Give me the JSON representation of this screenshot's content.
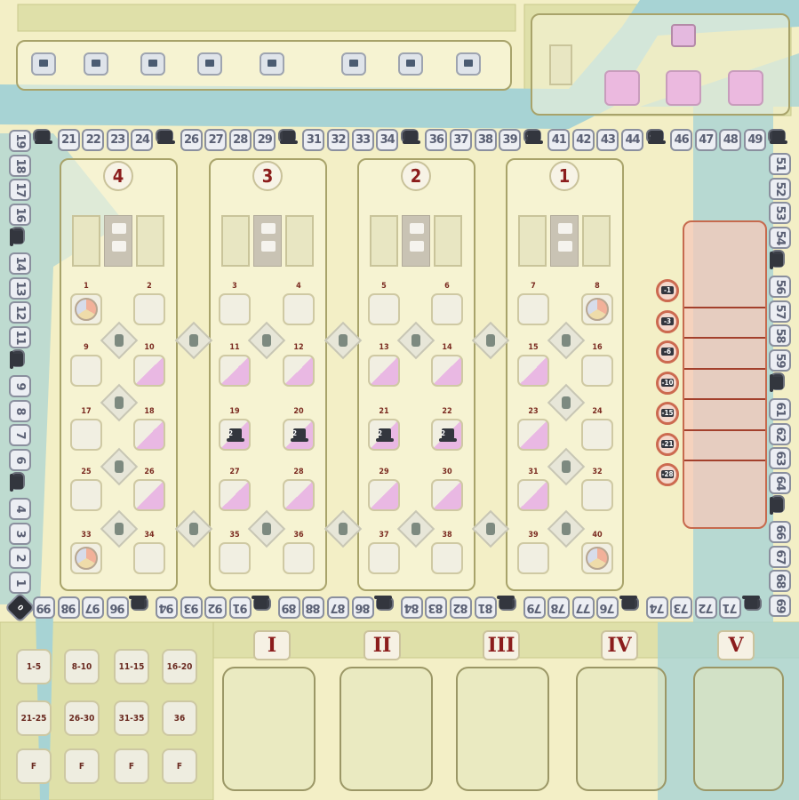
{
  "track": {
    "first": 0,
    "last": 99,
    "hat_every": 5
  },
  "top_tiles": {
    "count": 8
  },
  "top_right": {
    "pink_slots": 3,
    "building_icon": "mansion-icon"
  },
  "districts": [
    {
      "label": "4"
    },
    {
      "label": "3"
    },
    {
      "label": "2"
    },
    {
      "label": "1"
    }
  ],
  "lots": {
    "cells": [
      {
        "num": "1",
        "type": "compass"
      },
      {
        "num": "2",
        "type": "blank"
      },
      {
        "num": "3",
        "type": "blank"
      },
      {
        "num": "4",
        "type": "blank"
      },
      {
        "num": "5",
        "type": "blank"
      },
      {
        "num": "6",
        "type": "blank"
      },
      {
        "num": "7",
        "type": "blank"
      },
      {
        "num": "8",
        "type": "compass"
      },
      {
        "num": "9",
        "type": "blank"
      },
      {
        "num": "10",
        "type": "pink"
      },
      {
        "num": "11",
        "type": "pink"
      },
      {
        "num": "12",
        "type": "pink"
      },
      {
        "num": "13",
        "type": "pink"
      },
      {
        "num": "14",
        "type": "pink"
      },
      {
        "num": "15",
        "type": "pink"
      },
      {
        "num": "16",
        "type": "blank"
      },
      {
        "num": "17",
        "type": "blank"
      },
      {
        "num": "18",
        "type": "pink"
      },
      {
        "num": "19",
        "type": "pink",
        "hat": "2"
      },
      {
        "num": "20",
        "type": "pink",
        "hat": "2"
      },
      {
        "num": "21",
        "type": "pink",
        "hat": "2"
      },
      {
        "num": "22",
        "type": "pink",
        "hat": "2"
      },
      {
        "num": "23",
        "type": "pink"
      },
      {
        "num": "24",
        "type": "blank"
      },
      {
        "num": "25",
        "type": "blank"
      },
      {
        "num": "26",
        "type": "pink"
      },
      {
        "num": "27",
        "type": "pink"
      },
      {
        "num": "28",
        "type": "pink"
      },
      {
        "num": "29",
        "type": "pink"
      },
      {
        "num": "30",
        "type": "pink"
      },
      {
        "num": "31",
        "type": "pink"
      },
      {
        "num": "32",
        "type": "blank"
      },
      {
        "num": "33",
        "type": "compass"
      },
      {
        "num": "34",
        "type": "blank"
      },
      {
        "num": "35",
        "type": "blank"
      },
      {
        "num": "36",
        "type": "blank"
      },
      {
        "num": "37",
        "type": "blank"
      },
      {
        "num": "38",
        "type": "blank"
      },
      {
        "num": "39",
        "type": "blank"
      },
      {
        "num": "40",
        "type": "compass"
      }
    ]
  },
  "penalties": [
    "-1",
    "-3",
    "-6",
    "-10",
    "-15",
    "-21",
    "-28"
  ],
  "phases": [
    "I",
    "II",
    "III",
    "IV",
    "V"
  ],
  "ranges": [
    "1-5",
    "8-10",
    "11-15",
    "16-20",
    "21-25",
    "26-30",
    "31-35",
    "36",
    "F",
    "F",
    "F",
    "F"
  ],
  "colors": {
    "pink": "#e9b8e3",
    "water": "#9fcfd3",
    "track": "#eceef3",
    "accent": "#8b1c1c"
  }
}
